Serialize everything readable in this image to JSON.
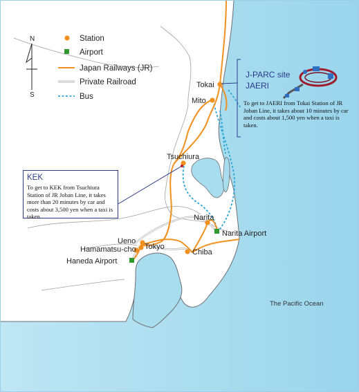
{
  "compass": {
    "north": "N",
    "south": "S"
  },
  "legend": {
    "station": "Station",
    "airport": "Airport",
    "jr": "Japan Railways (JR)",
    "private": "Private Railroad",
    "bus": "Bus"
  },
  "colors": {
    "sea": "#a8dcef",
    "land": "#ffffff",
    "border": "#6e6e6e",
    "jr_line": "#f0901e",
    "station": "#f0901e",
    "airport": "#2e9a2e",
    "bus": "#2aa6d6",
    "callout_border": "#2a3a8c",
    "frame": "#9ecfe6"
  },
  "stations": {
    "tokai": "Tokai",
    "mito": "Mito",
    "tsuchiura": "Tsuchiura",
    "narita": "Narita",
    "ueno": "Ueno",
    "tokyo": "Tokyo",
    "hamamatsucho": "Hamamatsu-cho",
    "chiba": "Chiba"
  },
  "airports": {
    "narita": "Narita Airport",
    "haneda": "Haneda Airport"
  },
  "ocean": "The Pacific Ocean",
  "jparc": {
    "title_line1": "J-PARC site",
    "title_line2": "JAERI",
    "info": "To get to JAERI from Tokai Station of JR Joban Line, it takes about 10 minutes by car and costs about 1,500 yen when a taxi is taken."
  },
  "kek": {
    "title": "KEK",
    "info": "To get to KEK from Tsuchiura Station of JR Joban Line, it takes more than 20 minutes by car and costs about 3,500 yen when a taxi is taken."
  }
}
